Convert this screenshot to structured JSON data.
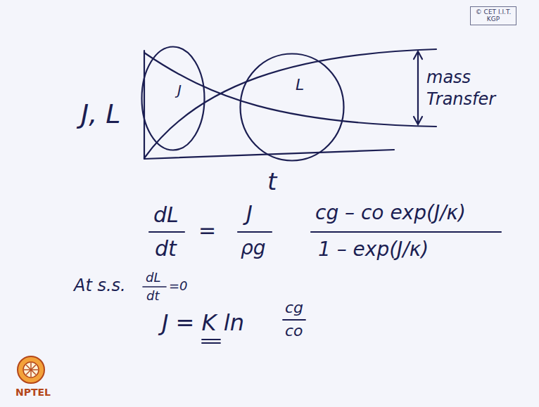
{
  "diagram": {
    "nodes": [
      {
        "text": [
          "© CET I.I.T. KGP"
        ]
      },
      {
        "text": [
          "J"
        ]
      },
      {
        "text": [
          "L"
        ]
      }
    ],
    "labels": [
      "J, L",
      "t",
      "mass Transfer",
      "dL",
      "dt",
      "=",
      "J",
      "ρg",
      "cg – co exp(J/κ)",
      "1 – exp(J/κ)",
      "At s.s.",
      "dL",
      "dt",
      "=0",
      "J = K ln",
      "cg",
      "co",
      "NPTEL"
    ]
  }
}
